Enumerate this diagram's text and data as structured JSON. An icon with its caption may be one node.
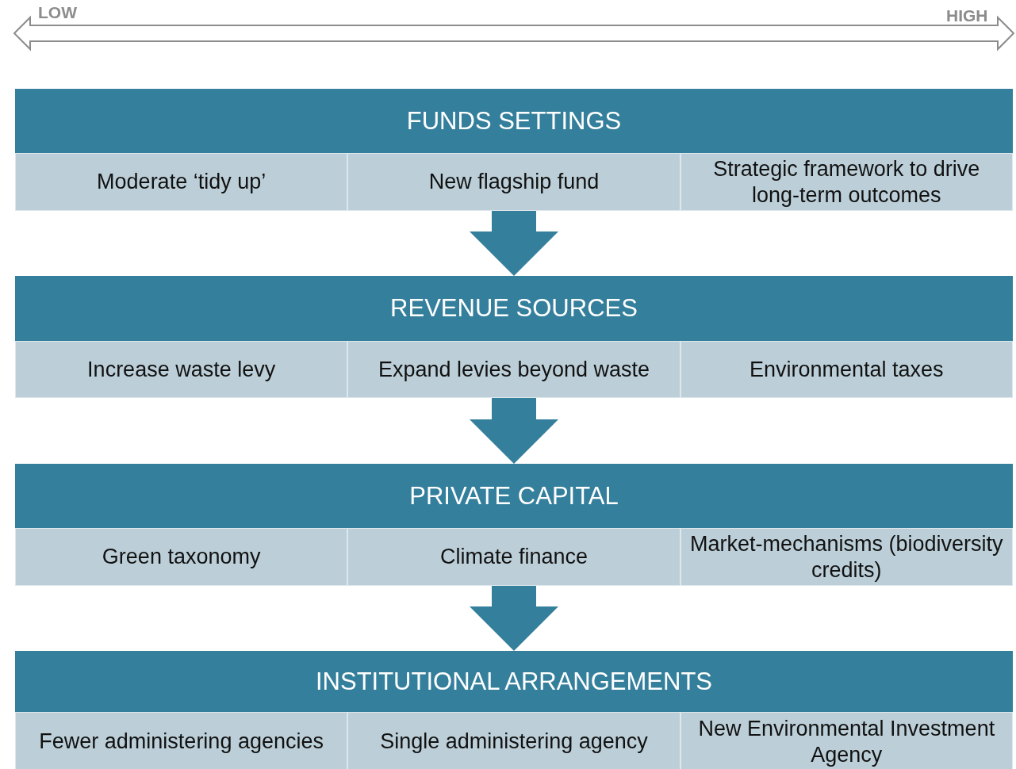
{
  "diagram": {
    "nodes": [
      {
        "text": [
          "FUNDS SETTINGS"
        ]
      },
      {
        "text": [
          "Moderate ‘tidy up’"
        ],
        "in": 0
      },
      {
        "text": [
          "New flagship fund"
        ],
        "in": 0
      },
      {
        "text": [
          "Strategic framework to drive long-term outcomes"
        ],
        "in": 0
      },
      {
        "text": [
          "REVENUE SOURCES"
        ]
      },
      {
        "text": [
          "Increase waste levy"
        ],
        "in": 4
      },
      {
        "text": [
          "Expand levies beyond waste"
        ],
        "in": 4
      },
      {
        "text": [
          "Environmental taxes"
        ],
        "in": 4
      },
      {
        "text": [
          "PRIVATE CAPITAL"
        ]
      },
      {
        "text": [
          "Green taxonomy"
        ],
        "in": 8
      },
      {
        "text": [
          "Climate finance"
        ],
        "in": 8
      },
      {
        "text": [
          "Market-mechanisms (biodiversity credits)"
        ],
        "in": 8
      },
      {
        "text": [
          "INSTITUTIONAL ARRANGEMENTS"
        ]
      },
      {
        "text": [
          "Fewer administering agencies"
        ],
        "in": 12
      },
      {
        "text": [
          "Single administering agency"
        ],
        "in": 12
      },
      {
        "text": [
          "New Environmental Investment Agency"
        ],
        "in": 12
      }
    ],
    "edges": [
      {
        "from": 0,
        "to": 4,
        "arrow": "to"
      },
      {
        "from": 4,
        "to": 8,
        "arrow": "to"
      },
      {
        "from": 8,
        "to": 12,
        "arrow": "to"
      }
    ],
    "labels": [
      "LOW",
      "HIGH"
    ]
  }
}
